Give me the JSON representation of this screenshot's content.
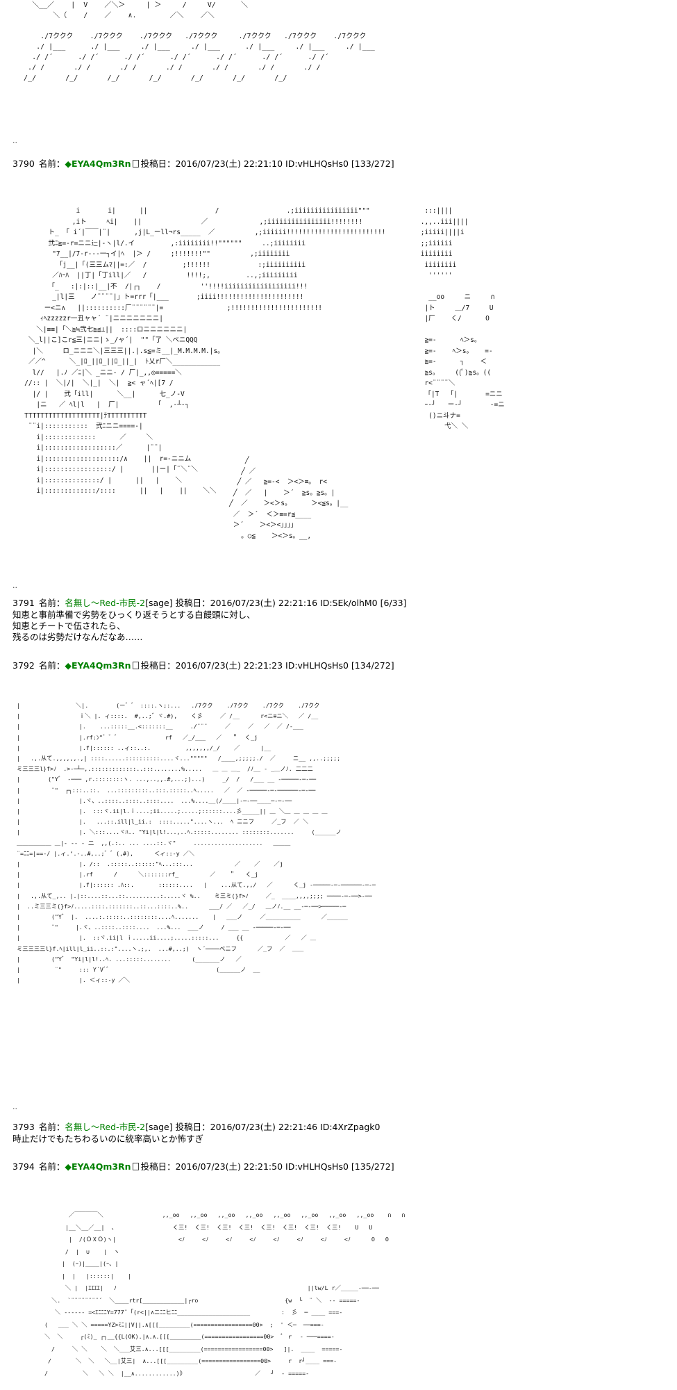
{
  "art": {
    "top": "    ＼__／    |  V    ／＼＞     | ＞     /     V/      ＼\n         ＼（    /    ／    ∧.        ／＼    ／＼\n\n      ./7ククク    ./7ククク    ./7ククク   ./7ククク     ./7ククク   ./7ククク    ./7ククク\n     ./ |___      ./ |___     ./ |___     ./ |___      ./ |___     ./ |___     ./ |___\n    ./ /´      ./ /´      ./ /´      ./ /´      ./ /´      ./ /´      ./ /´\n   ./ /       ./ /       ./ /       ./ /       ./ /       ./ /       ./ /\n  /_/       /_/       /_/       /_/       /_/       /_/       /_/",
    "post3790": "                i       i|      ||                 /                 .;iiiiiiiiiiiiiiii\"\"\"\n               ,iト     ﾍi|    ||               ／             ,;iiiiiiiiiiiiiiii!!!!!!!!\n         ト_ 「 i´|￣￣|¨|      ,j|L_ーll¬rs_____  ／          ,;iiiiii!!!!!!!!!!!!!!!!!!!!!!!!!\n         弐ﾆ≧=-r=ニニ辷|-ヽ|l/.イ         ,:iiiiiiii!!\"\"\"\"\"\"     ..;iiiiiiii\n          \"7__|/7-r‐--一┐イ|ﾍ  |＞ /     ;!!!!!!!\"\"          ,;iiiiiiii\n           「j__|「(三三ムﾏ||=:／  /         ;!!!!!!            :;iiiiiiiiii\n          ／ﾊｰﾊ  ||丁|「丁ill|／   /          !!!!;,         ..,;iiiiiiiii\n         「_   :|:|::|__|不  /|┌┐    /          ''!!!!iiiiiiiiiiiiiiiiii!!!\n          _|l|三    ノ¨¨¨¨|」ト=rrr「|___       ;iiii!!!!!!!!!!!!!!!!!!!!!!\n        ー<ニ∧   ||::::::::::厂¨¨¨¨¨¨|=                ;!!!!!!!!!!!!!!!!!!!!!!!\n       ｨﾍzzzzzr一丑ャャ´ ¨|ニニニニニニニ|\n      ＼|≡≡|「＼≧≒弐七≧≦⊥||  ::::ロニニニニニニ|\n    ＼_l||こ]こr≦三|ニニ|ゝ_/ャ´|  \"\"「了 ＼ベニQQQ\n     |＼     ロ_ニニニ＼|三三三||.|.s≦=ミ__|_M.M.M.M.|s。\n    ／／^      ＼_|ﾛ_||ﾛ_||ﾛ_||_|  ﾄ乂r厂＼____________\n     l//   |.ﾉ ／ﾆ|＼ _ニニ- / 厂|_,,◎=====＼\n   //:: |  ＼|/|  ＼|_|  ＼|  ≧< ャ´ﾍ|[7 /\n     |/ |    弐「ill|      ＼__|      七_ノ-V\n      |ニ   ／ ﾍl|l   |  厂|         「  ,‐┴‐┐\n   TTTTTTTTTTTTTTTTTTT|ﾃTTTTTTTTTT\n    ¨¨i|:::::::::::  弐ﾆニニ====-|\n      i|:::::::::::::      ／     ＼\n      i|::::::::::::::::::／      |¨¨|\n      i|:::::::::::::::::::/∧    ||  r=-ニニム\n      i|:::::::::::::::::/ |       ||ー|「¨＼¨＼\n      i|::::::::::::::/ |      ||   |    ＼\n      i|:::::::::::::/::::      ||   |    ||    ＼＼",
    "post3790b": "  :::||||\n .,,..iii||||\n ;iiiii||||i\n ;;iiiiii\n iiiiiiii\n  iiiiiiii\n   ''''''\n\n   __oo     ニ     ∩\n  |ト     ＿/7     U\n  |厂    く/      O\n\n  ≧=-      ﾍ＞s。\n  ≧=-    ﾍ＞s。   =-\n  ≧=-      ┐    ＜\n  ≧s。    ((ﾟ)≧s。((\n  r<¨¨¨¨＼\n  「|T  「|       =ニニ\n  ｰ-┘   ー-┘       -=ニ\n   ()ニ斗ナ=\n       弋＼ ＼",
    "post3790c": "    ╱\n   ╱ ／\n  ╱ ／   ≧=-<  ＞<＞≡。 r<\n ╱  ／   |    ＞´  ≧s。≧s。|\n╱  ／    ＞<＞s。     ＞<≦s。|__\n ／  ＞´  ＜＞≡=r≦____\n ＞´    ＞<＞<｣｣｣｣\n   。○≦    ＞<＞s。__,",
    "post3792": "  |                ＼|.        (ー゛゛ ::::.ヽ;:...   ./7クク    ./7クク    ./7クク    ./7クク\n  |                 ｉ＼ |. ィ::::.  #,..;゛ヾ.#),    く彡     ／ /__      r<ニ≡ニ＼   ／ /__\n  |                 |.    ...:::::__.<:::::::__     ./¨¨¨     ／     ／   ／  ／ /-___\n  |                 |.rf:ﾝ\"゛゛゛             rf   ／_/___   ／   ＂  く_j\n  |                 |.f|:::::: ..ィ::..:.          ,,,,,,,/_/    ／      |__\n  |   .,.从て.,,,,,,.,| ::::......::::::::::....ヾ...\"\"\"\"\"   /____,;;;;;./  ／     ニ__ ,,..;;;;;\n  ミ三三三l}f>ﾉ  .>‐─┴─,.:::::::::::::..:::........%.....   ＿ ＿ ＿_  /ﾉ__ - _＿ノﾉ. 二二二\n  |        (\"Y゛ ‐─── ,r.::::::::ヽ. ...,..,,.#,...;)...)     _/  /   /___ __ ‐─────‐─‐──\n  |         ¨\"  ┌┐:::..::.  ...:::::::::..:::.:::::..ﾍ.....   ／  ／ ‐─────‐─‐──────‐─‐──\n  |                 |.ヾ、..::::..::::..::::....  ...%....__(/____|‐─‐──____─‐─‐──\n  |                 |.  :::ヾ.ii|l.ｉ....;ii.....;.....;::::::....彡_____|| ＿ ＼＿ ＿ ＿ ＿ ＿\n  |                 |.   ...::.ill|l_ii.:  ::::.....\"....ヽ...  ﾍ ニニフ     ／_フ  ／ ＼\n  |                 |. ＼:::....ヾﾊ.. \"Yi|l|l!...,..ﾍ.:::::........ ::::::::.......     (______ノ\n  ＿＿＿＿＿＿ ＿|‐ -- ‐ 二  ,,(.:.. ... ....::.ヾ\"     ....................   ＿＿＿\n  ¨=ﾆﾆ=|==‐/ |.ィ.‘.-..#,..;゛゛(,#),      ＜ィ::-y ／＼\n  |                 |. /::  .:::::..::::::\"ﾍ...:::...            ／    ／    ／j\n  |                 |.rf      /      ＼:::::::rf_         ／    ＂   く_j\n  |                 |.f|:::::: .ﾊ::.       ::::::....   |    ...从て.,,/   ／      く_j ‐─────‐─‐──────‐─‐─\n  |   .,.从て_,.. |.|::....::...::..........:.....ヾ %..    ミ三ミ(}f>ﾉ     ／_  ____,,,,;;;; ────‐─‐──>‐──\n  |  ..ミ三三ミ(}f>ﾉ.....::::.:::::::..::...::::..%..      ___/ ／   ／_/   ＿ノﾉ.__ __‐─‐──>─────‐─\n  |         (\"Y゛ |.  ....:.:::::..::::::::....ﾍ.......    |   ___ノ     ／__________      ／______\n  |         ¨\"     |.ヾ、..::::..::::....  ...%...  ___ノ     / ___ __ ‐─────‐─‐──\n  |                 |.  ::ヾ.ii|l ｉ.....ii....;.....:::::...     {{            ／   ／ ＿\n  ミ三三三三l}f.ﾍ|ill|l_ii..::.:\"....ヽ.;,.  ...#,..;)  ヽ´────ベニフ      ／_フ  ／  ＿＿\n  |         (\"Y゛ \"Yi|l|l!..ﾍ. ...:::::........      (_______ノ   ／\n  |          ¨\"     ::: Y´Vﾞ゛                              (______ノ  __\n  |                 |. ＜ィ::-y ／＼",
    "post3794": "                 ／￣￣￣￣＼                 ,,_oo   ,,_oo   ,,_oo   ,,_oo   ,,_oo   ,,_oo   ,,_oo   ,,_oo    ∩   ∩\n                |__＼__／__|  、                く三!  く三!  く三!  く三!  く三!  く三!  く三!  く三!    U   U\n                 |  /(ＯⅩＯ)ヽ|                  <ﾉ     <ﾉ     <ﾉ     <ﾉ     <ﾉ     <ﾉ     <ﾉ     <ﾉ      O   O\n                /  |  ∪    |  ヽ\n               |  (ｰ)|____|(ｰ、|\n               |  |   |::::::|    |\n                ＼ |  |ｴｴｴｴ|   ﾉ                                                       ||lw/L r／_____‐──‐──\n            ＼.  `¨¨¨¨¨¨¨¨´  ＼____rtr[____________|┌ro                         {w  └  ¨ ＼  -- =====-\n             ＼ ‐----‐ =<ｴﾆﾆﾆY=777¨「(r<||∧ニﾆﾆヒﾆﾆ_____________________         :  彡  ─ ____ ===-\n          (   ___ ＼ ＼ =====YZ>ﾐﾆ||V||.∧[[[_________(=================00>  ;  ' ＜─  ──===-\n          ＼  ＼     ┌(ﾐ)_ ┌┐__{{L(OK).|∧.∧.[[[_________(=================00>  ﾟ ｒ  ‐ ───====-\n            /     ＼ ＼    ＼  ＼___艾三.∧...[[[_________(=================00>   ]|.  ____  =====-\n           /       ＼  ＼   ＼__|艾三|  ∧...[[[_________(=================00>     r  r┘____ ===-\n          /          ＼   ＼ ＼  |__∧............)》                    ／   ┘  ‐ =====-"
  },
  "posts": [
    {
      "id": "3790",
      "number": "3790",
      "name_label": "名前：",
      "name": "◆EYA4Qm3Rn",
      "name_style": "trip",
      "sage": "",
      "date_label": "投稿日：",
      "date": "2016/07/23(土) 22:21:10",
      "userid": "ID:vHLHQsHs0",
      "count": "[133/272]",
      "body": []
    },
    {
      "id": "3791",
      "number": "3791",
      "name_label": "名前：",
      "name": "名無し～Red-市民-2",
      "name_style": "anon",
      "sage": "[sage]",
      "date_label": "投稿日：",
      "date": "2016/07/23(土) 22:21:16",
      "userid": "ID:SEk/olhM0",
      "count": "[6/33]",
      "body": [
        "知恵と事前準備で劣勢をひっくり返そうとする白饅頭に対し、",
        "知恵とチートで伍されたら、",
        "残るのは劣勢だけなんだなあ……"
      ]
    },
    {
      "id": "3792",
      "number": "3792",
      "name_label": "名前：",
      "name": "◆EYA4Qm3Rn",
      "name_style": "trip",
      "sage": "",
      "date_label": "投稿日：",
      "date": "2016/07/23(土) 22:21:23",
      "userid": "ID:vHLHQsHs0",
      "count": "[134/272]",
      "body": []
    },
    {
      "id": "3793",
      "number": "3793",
      "name_label": "名前：",
      "name": "名無し～Red-市民-2",
      "name_style": "anon",
      "sage": "[sage]",
      "date_label": "投稿日：",
      "date": "2016/07/23(土) 22:21:46",
      "userid": "ID:4XrZpagk0",
      "count": "",
      "body": [
        "時止だけでもたちわるいのに統率高いとか怖すぎ"
      ]
    },
    {
      "id": "3794",
      "number": "3794",
      "name_label": "名前：",
      "name": "◆EYA4Qm3Rn",
      "name_style": "trip",
      "sage": "",
      "date_label": "投稿日：",
      "date": "2016/07/23(土) 22:21:50",
      "userid": "ID:vHLHQsHs0",
      "count": "[135/272]",
      "body": []
    }
  ],
  "separators": {
    "dots": ".."
  }
}
